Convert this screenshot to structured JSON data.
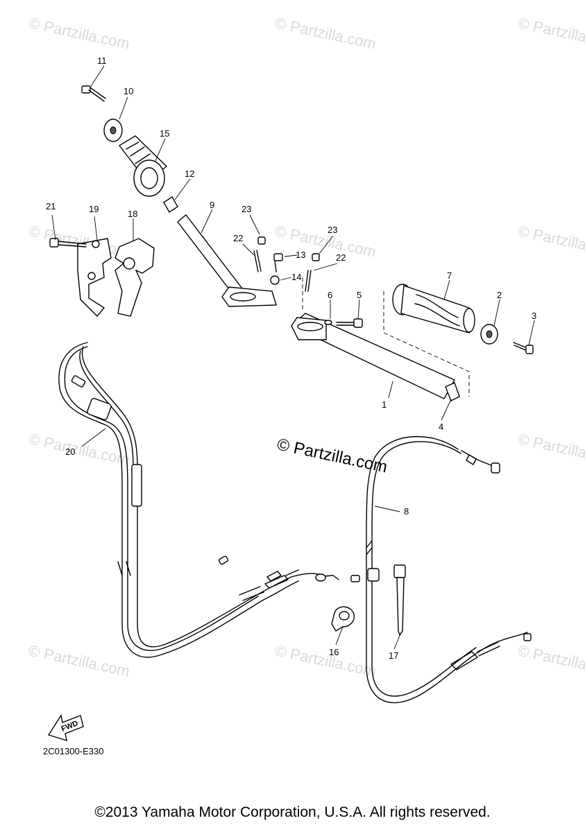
{
  "watermark": "© Partzilla.com",
  "center_watermark": "© Partzilla.com",
  "diagram_code": "2C01300-E330",
  "fwd_label": "FWD",
  "copyright": "©2013 Yamaha Motor Corporation, U.S.A. All rights reserved.",
  "callouts": [
    "1",
    "2",
    "3",
    "4",
    "5",
    "6",
    "7",
    "8",
    "9",
    "10",
    "11",
    "12",
    "13",
    "14",
    "15",
    "16",
    "17",
    "18",
    "19",
    "20",
    "21",
    "22",
    "23"
  ]
}
